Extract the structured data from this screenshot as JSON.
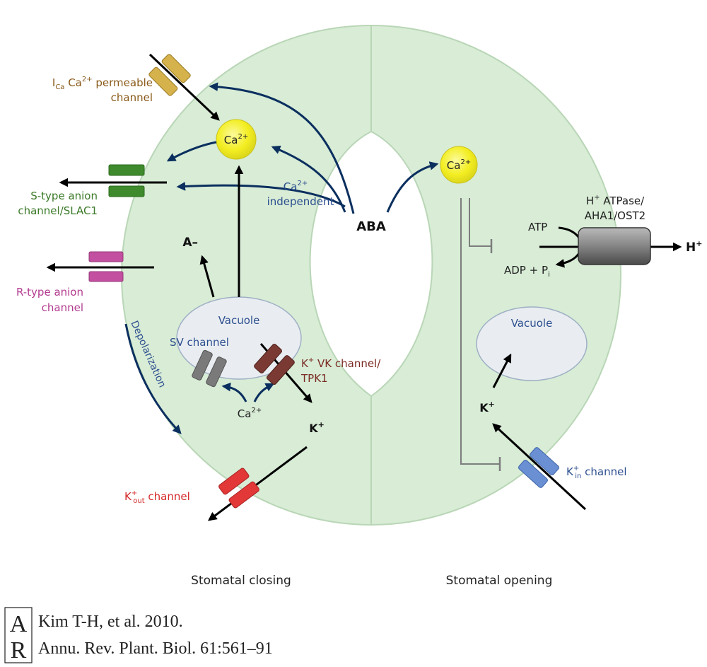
{
  "colors": {
    "cell_fill": "#d8ecd6",
    "cell_edge": "#b9d6b6",
    "pore_fill": "#ffffff",
    "ca_ball": "#f3ee22",
    "arrow_dark": "#0b2f5e",
    "arrow_black": "#000000",
    "inhibit_gray": "#7d7d7d",
    "ica_channel": "#d6b24c",
    "s_type_channel": "#3f8a2c",
    "r_type_channel": "#c34fa0",
    "sv_channel": "#7a7a7a",
    "vk_channel": "#7a3a33",
    "kout_channel": "#e23838",
    "kin_channel": "#6a8fd3",
    "atpase": "#6e6e6e",
    "label_ica": "#8a5a1a",
    "label_s_type": "#3b7a28",
    "label_r_type": "#b33b8f",
    "label_blue": "#2d4f8f",
    "label_vk": "#7a2a22",
    "label_kout": "#d42a2a"
  },
  "labels": {
    "ica_prefix": "I",
    "ica_sub": "Ca",
    "ica_rest_ca": " Ca",
    "ica_rest_sup": "2+",
    "ica_rest_tail": " permeable",
    "ica_line2": "channel",
    "ca_left": "Ca",
    "ca_left_sup": "2+",
    "ca_right": "Ca",
    "ca_right_sup": "2+",
    "s_type_line1": "S-type anion",
    "s_type_line2": "channel/SLAC1",
    "ca_indep_ca": "Ca",
    "ca_indep_sup": "2+",
    "ca_indep_line2": "independent",
    "aba": "ABA",
    "a_minus": "A–",
    "r_type_line1": "R-type anion",
    "r_type_line2": "channel",
    "vacuole_left": "Vacuole",
    "sv_channel": "SV channel",
    "vk_k": "K",
    "vk_sup": "+",
    "vk_line1_rest": " VK channel/",
    "vk_line2": "TPK1",
    "ca_small": "Ca",
    "ca_small_sup": "2+",
    "depolarization": "Depolarization",
    "k_plus_left": "K",
    "k_plus_left_sup": "+",
    "kout_k": "K",
    "kout_sup": "+",
    "kout_sub": "out",
    "kout_rest": " channel",
    "atpase_line1_h": "H",
    "atpase_line1_sup": "+",
    "atpase_line1_rest": " ATPase/",
    "atpase_line2": "AHA1/OST2",
    "atp": "ATP",
    "adp": "ADP + P",
    "adp_sub": "i",
    "h_plus": "H",
    "h_plus_sup": "+",
    "vacuole_right": "Vacuole",
    "k_plus_right": "K",
    "k_plus_right_sup": "+",
    "kin_k": "K",
    "kin_sup": "+",
    "kin_sub": "in",
    "kin_rest": " channel",
    "stomatal_closing": "Stomatal closing",
    "stomatal_opening": "Stomatal opening"
  },
  "citation": {
    "logo_a": "A",
    "logo_r": "R",
    "line1": "Kim T-H, et al. 2010.",
    "line2": "Annu. Rev. Plant. Biol. 61:561–91"
  }
}
